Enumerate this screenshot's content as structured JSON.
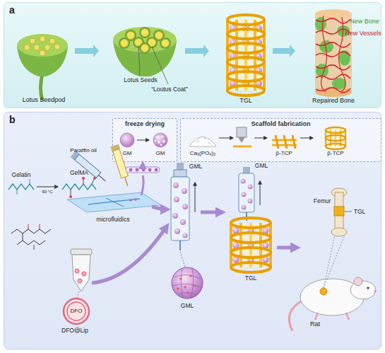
{
  "diagram": {
    "nodes": [
      {
        "text": [
          "a"
        ]
      },
      {
        "text": [
          "b"
        ]
      },
      {
        "text": [
          "freeze drying"
        ],
        "in": 1
      },
      {
        "text": [
          "Scaffold fabrication"
        ],
        "in": 1
      }
    ],
    "labels": [
      "Lotus Seedpod",
      "Lotus Seeds",
      "“Loutus Coat”",
      "TGL",
      "New Bone",
      "New Vessels",
      "Repaired Bone",
      "GM",
      "GM",
      "Ca₃(PO₄)₂",
      "β-TCP",
      "β-TCP",
      "Paraffin oil",
      "Gelatin",
      "GelMA",
      "50 °C",
      "microfluidics",
      "GML",
      "GML",
      "GML",
      "TGL",
      "Femur",
      "TGL",
      "Rat",
      "DFO",
      "DFO@Lip"
    ]
  }
}
